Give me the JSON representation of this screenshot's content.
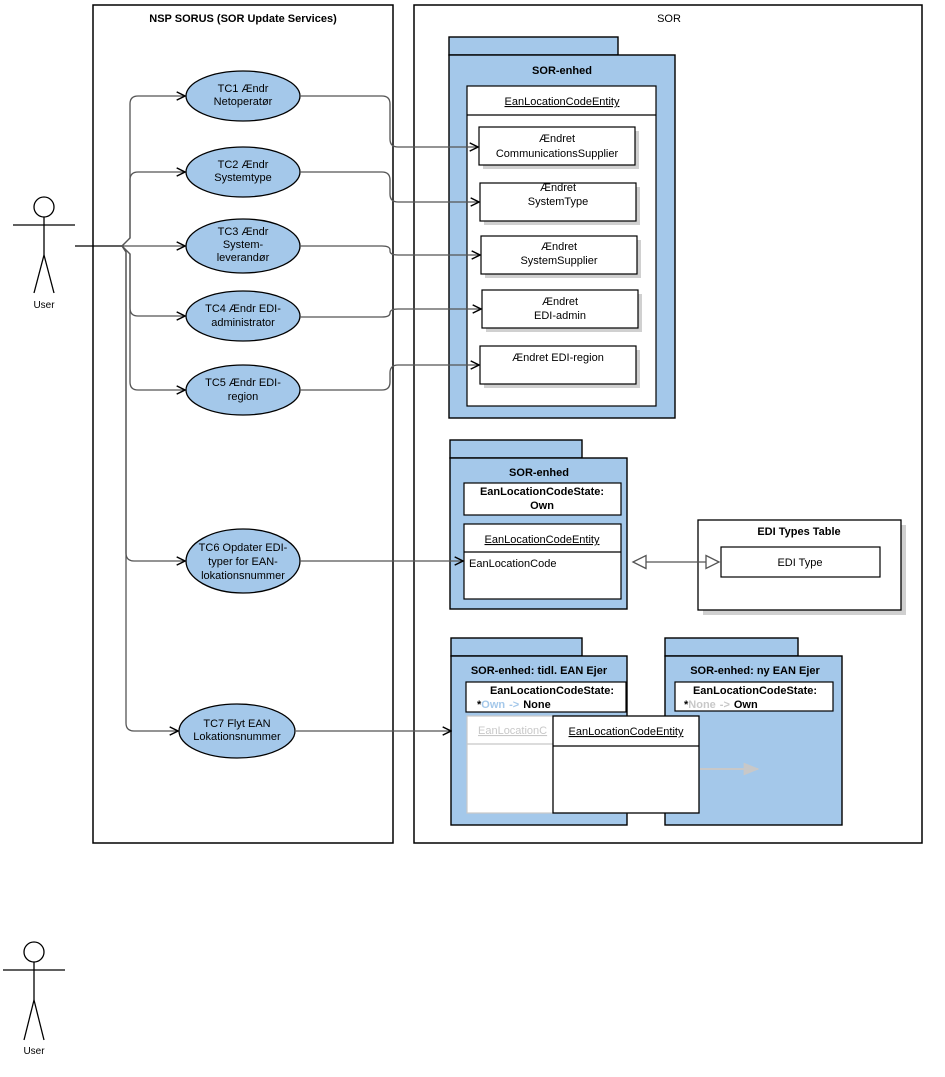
{
  "colors": {
    "accent": "#a4c8ea",
    "ellipse_stroke": "#000000",
    "connector": "#555555",
    "faded_text": "#c8c8c8",
    "faded_blue": "#a4c8ea"
  },
  "left_frame": {
    "title": "NSP SORUS (SOR Update Services)"
  },
  "right_frame": {
    "title": "SOR"
  },
  "actors": [
    {
      "label": "User"
    },
    {
      "label": "User"
    }
  ],
  "use_cases": [
    {
      "id": "tc1",
      "lines": [
        "TC1 Ændr",
        "Netoperatør"
      ]
    },
    {
      "id": "tc2",
      "lines": [
        "TC2 Ændr",
        "Systemtype"
      ]
    },
    {
      "id": "tc3",
      "lines": [
        "TC3 Ændr",
        "System-",
        "leverandør"
      ]
    },
    {
      "id": "tc4",
      "lines": [
        "TC4 Ændr EDI-",
        "administrator"
      ]
    },
    {
      "id": "tc5",
      "lines": [
        "TC5 Ændr EDI-",
        "region"
      ]
    },
    {
      "id": "tc6",
      "lines": [
        "TC6 Opdater EDI-",
        "typer for EAN-",
        "lokationsnummer"
      ]
    },
    {
      "id": "tc7",
      "lines": [
        "TC7 Flyt EAN",
        "Lokationsnummer"
      ]
    }
  ],
  "pkg1": {
    "title": "SOR-enhed",
    "entity": "EanLocationCodeEntity",
    "changes": [
      [
        "Ændret",
        "CommunicationsSupplier"
      ],
      [
        "Ændret",
        "SystemType"
      ],
      [
        "Ændret",
        "SystemSupplier"
      ],
      [
        "Ændret",
        "EDI-admin"
      ],
      [
        "Ændret EDI-region"
      ]
    ]
  },
  "pkg2": {
    "title": "SOR-enhed",
    "state_lines": [
      "EanLocationCodeState:",
      "Own"
    ],
    "entity": "EanLocationCodeEntity",
    "attribute": "EanLocationCode"
  },
  "edi_table": {
    "title": "EDI Types Table",
    "item": "EDI Type"
  },
  "pkg3": {
    "title": "SOR-enhed: tidl. EAN Ejer",
    "state_label": "EanLocationCodeState:",
    "state_prefix": "*",
    "state_old": "Own",
    "state_arrow": "->",
    "state_new": "None",
    "faded_entity": "EanLocationC"
  },
  "pkg4": {
    "title": "SOR-enhed: ny EAN Ejer",
    "state_label": "EanLocationCodeState:",
    "state_prefix": "*",
    "state_old": "None",
    "state_arrow": "->",
    "state_new": "Own"
  },
  "moving_entity": {
    "label": "EanLocationCodeEntity"
  }
}
